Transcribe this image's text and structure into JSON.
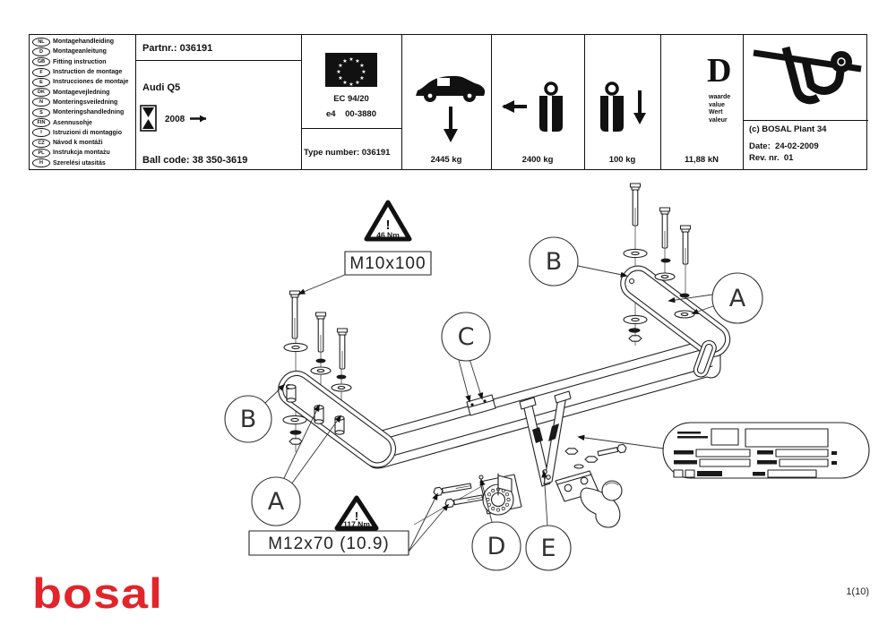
{
  "page": {
    "number": "1(10)"
  },
  "brand": {
    "logo_text": "bosal",
    "red": "#e2242b"
  },
  "header": {
    "languages": [
      {
        "code": "NL",
        "label": "Montagehandleiding"
      },
      {
        "code": "D",
        "label": "Montageanleitung"
      },
      {
        "code": "GB",
        "label": "Fitting instruction"
      },
      {
        "code": "F",
        "label": "Instruction de montage"
      },
      {
        "code": "E",
        "label": "Instrucciones de montaje"
      },
      {
        "code": "DK",
        "label": "Montagevejledning"
      },
      {
        "code": "N",
        "label": "Monteringsveiledning"
      },
      {
        "code": "S",
        "label": "Monteringshandledning"
      },
      {
        "code": "FIN",
        "label": "Asennusohje"
      },
      {
        "code": "I",
        "label": "Istruzioni di montaggio"
      },
      {
        "code": "CZ",
        "label": "Návod k montáži"
      },
      {
        "code": "PL",
        "label": "Instrukcja montażu"
      },
      {
        "code": "H",
        "label": "Szerelési utasitás"
      }
    ],
    "part": {
      "partnr": "Partnr.: 036191",
      "model": "Audi Q5",
      "year": "2008",
      "ball_code": "Ball code: 38 350-3619"
    },
    "approval": {
      "standard": "EC 94/20",
      "e_mark": "e4    00-3880",
      "type_number": "Type number: 036191"
    },
    "limits": {
      "gross_weight": "2445 kg",
      "towable_mass": "2400 kg",
      "vertical_load": "100 kg"
    },
    "d_value": {
      "letter": "D",
      "words": [
        "waarde",
        "value",
        "Wert",
        "valeur"
      ],
      "value": "11,88 kN"
    },
    "plant": {
      "copyright": "(c) BOSAL Plant 34",
      "date": "Date:  24-02-2009",
      "revision": "Rev. nr.  01"
    }
  },
  "diagram": {
    "torque_top": {
      "mark": "!",
      "value": "46 Nm"
    },
    "torque_bottom": {
      "mark": "!",
      "value": "117 Nm"
    },
    "bolt_top_label": "M10x100",
    "bolt_bottom_label": "M12x70 (10.9)",
    "callouts": {
      "a": "A",
      "b": "B",
      "c": "C",
      "d": "D",
      "e": "E"
    }
  }
}
